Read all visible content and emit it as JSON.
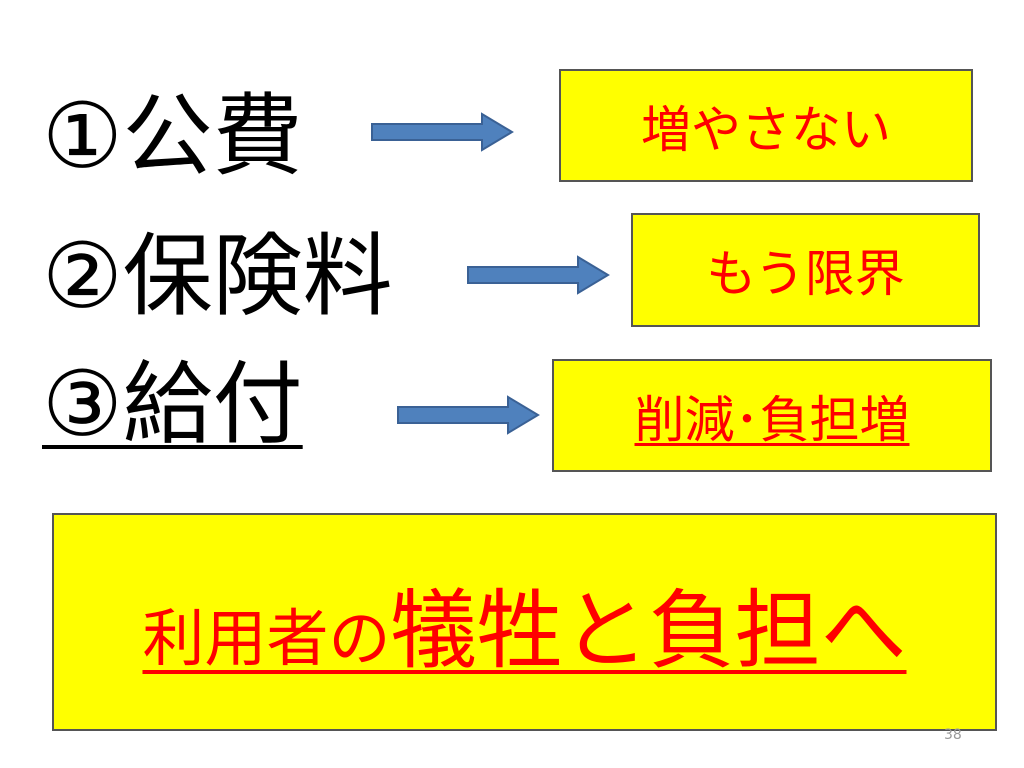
{
  "rows": [
    {
      "label": "①公費",
      "result": "増やさない"
    },
    {
      "label": "②保険料",
      "result": "もう限界"
    },
    {
      "label": "③給付",
      "result": "削減･負担増"
    }
  ],
  "summary": {
    "lead": "利用者の",
    "emphasis": "犠牲と負担へ"
  },
  "page_number": "38",
  "colors": {
    "box_fill": "#ffff00",
    "accent_text": "#ff0000",
    "arrow_fill": "#4f81bd",
    "arrow_stroke": "#3a6195",
    "box_border": "#555555"
  },
  "icons": [
    "right-arrow-icon"
  ]
}
